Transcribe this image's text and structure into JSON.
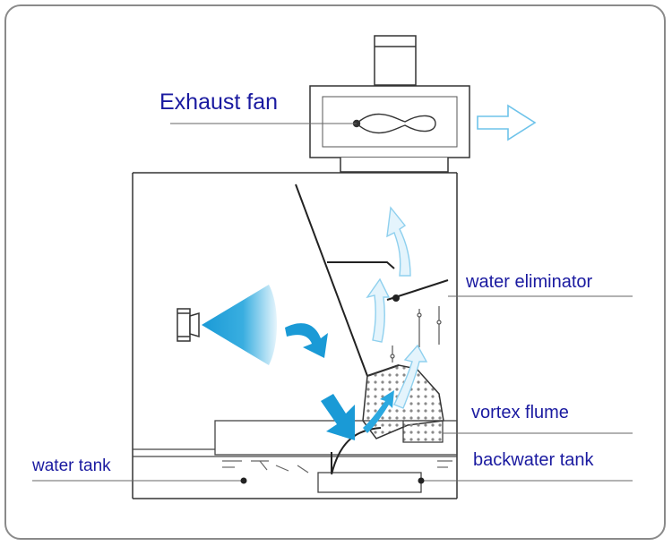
{
  "labels": {
    "exhaust_fan": "Exhaust fan",
    "water_eliminator": "water eliminator",
    "vortex_flume": "vortex flume",
    "backwater_tank": "backwater tank",
    "water_tank": "water tank"
  },
  "colors": {
    "label_text": "#1a1aa0",
    "arrow_blue": "#1a9ad6",
    "light_arrow": "#bfe4f7",
    "line": "#333333",
    "frame": "#8a8a8a"
  }
}
